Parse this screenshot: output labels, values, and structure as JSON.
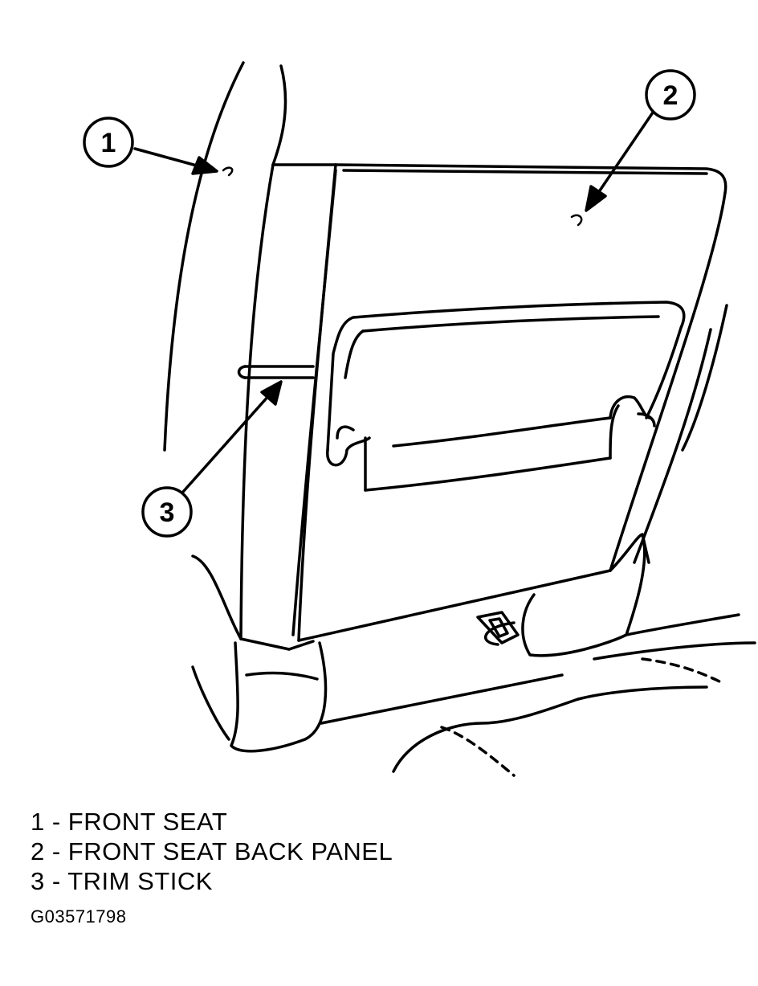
{
  "callouts": [
    {
      "number": "1"
    },
    {
      "number": "2"
    },
    {
      "number": "3"
    }
  ],
  "legend": [
    {
      "text": "1 - FRONT SEAT"
    },
    {
      "text": "2 - FRONT SEAT BACK PANEL"
    },
    {
      "text": "3 - TRIM STICK"
    }
  ],
  "figure_id": "G03571798"
}
